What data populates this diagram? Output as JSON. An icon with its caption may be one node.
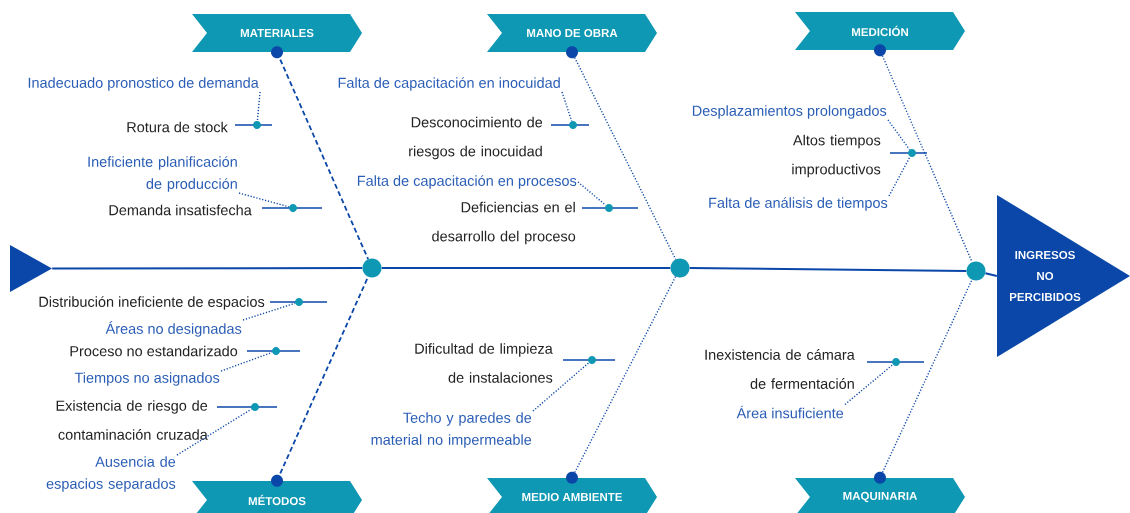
{
  "diagram": {
    "nodes": [
      {
        "text": [
          "MATERIALES"
        ]
      },
      {
        "text": [
          "MANO DE OBRA"
        ]
      },
      {
        "text": [
          "MEDICIÓN"
        ]
      },
      {
        "text": [
          "MÉTODOS"
        ]
      },
      {
        "text": [
          "MEDIO AMBIENTE"
        ]
      },
      {
        "text": [
          "MAQUINARIA"
        ]
      },
      {
        "text": [
          "INGRESOS NO PERCIBIDOS"
        ]
      },
      {
        "text": [],
        "shape": "triangle"
      },
      {
        "text": [],
        "shape": "circle"
      },
      {
        "text": [],
        "shape": "circle"
      },
      {
        "text": [],
        "shape": "circle"
      },
      {
        "text": [
          "Inadecuado pronostico de demanda"
        ]
      },
      {
        "text": [
          "Rotura de stock"
        ]
      },
      {
        "text": [],
        "shape": "bar"
      },
      {
        "text": [
          "Ineficiente planificación de producción"
        ]
      },
      {
        "text": [
          "Demanda insatisfecha"
        ]
      },
      {
        "text": [],
        "shape": "bar"
      },
      {
        "text": [
          "Falta de capacitación en inocuidad"
        ]
      },
      {
        "text": [
          "Desconocimiento de riesgos de inocuidad"
        ]
      },
      {
        "text": [],
        "shape": "bar"
      },
      {
        "text": [
          "Falta de capacitación en procesos"
        ]
      },
      {
        "text": [
          "Deficiencias en el desarrollo del proceso"
        ]
      },
      {
        "text": [],
        "shape": "bar"
      },
      {
        "text": [
          "Desplazamientos prolongados"
        ]
      },
      {
        "text": [
          "Altos tiempos improductivos"
        ]
      },
      {
        "text": [],
        "shape": "bar"
      },
      {
        "text": [
          "Falta de análisis de tiempos"
        ]
      },
      {
        "text": [
          "Distribución ineficiente de espacios"
        ]
      },
      {
        "text": [],
        "shape": "bar"
      },
      {
        "text": [
          "Áreas no designadas"
        ]
      },
      {
        "text": [
          "Proceso no estandarizado"
        ]
      },
      {
        "text": [],
        "shape": "bar"
      },
      {
        "text": [
          "Tiempos no asignados"
        ]
      },
      {
        "text": [
          "Existencia de riesgo de contaminación cruzada"
        ]
      },
      {
        "text": [],
        "shape": "bar"
      },
      {
        "text": [
          "Ausencia de espacios separados"
        ]
      },
      {
        "text": [
          "Dificultad de limpieza de instalaciones"
        ]
      },
      {
        "text": [],
        "shape": "bar"
      },
      {
        "text": [
          "Techo y paredes de material no impermeable"
        ]
      },
      {
        "text": [
          "Inexistencia de cámara de fermentación"
        ]
      },
      {
        "text": [],
        "shape": "bar"
      },
      {
        "text": [
          "Área insuficiente"
        ]
      }
    ],
    "edges": [
      {
        "from": 7,
        "to": 8,
        "arrow": "none"
      },
      {
        "from": 8,
        "to": 9,
        "arrow": "none"
      },
      {
        "from": 9,
        "to": 10,
        "arrow": "none"
      },
      {
        "from": 10,
        "to": 6,
        "arrow": "none"
      },
      {
        "from": 0,
        "to": 8,
        "arrow": "none",
        "style": "dashed"
      },
      {
        "from": 3,
        "to": 8,
        "arrow": "none",
        "style": "dashed"
      },
      {
        "from": 1,
        "to": 9,
        "arrow": "none",
        "style": "dashed"
      },
      {
        "from": 4,
        "to": 9,
        "arrow": "none",
        "style": "dashed"
      },
      {
        "from": 2,
        "to": 10,
        "arrow": "none",
        "style": "dashed"
      },
      {
        "from": 5,
        "to": 10,
        "arrow": "none",
        "style": "dashed"
      },
      {
        "from": 11,
        "to": 13,
        "arrow": "none",
        "style": "dashed"
      },
      {
        "from": 14,
        "to": 16,
        "arrow": "none",
        "style": "dashed"
      },
      {
        "from": 17,
        "to": 19,
        "arrow": "none",
        "style": "dashed"
      },
      {
        "from": 20,
        "to": 22,
        "arrow": "none",
        "style": "dashed"
      },
      {
        "from": 23,
        "to": 25,
        "arrow": "none",
        "style": "dashed"
      },
      {
        "from": 26,
        "to": 25,
        "arrow": "none",
        "style": "dashed"
      },
      {
        "from": 29,
        "to": 28,
        "arrow": "none",
        "style": "dashed"
      },
      {
        "from": 32,
        "to": 31,
        "arrow": "none",
        "style": "dashed"
      },
      {
        "from": 35,
        "to": 34,
        "arrow": "none",
        "style": "dashed"
      },
      {
        "from": 38,
        "to": 37,
        "arrow": "none",
        "style": "dashed"
      },
      {
        "from": 41,
        "to": 40,
        "arrow": "none",
        "style": "dashed"
      }
    ]
  }
}
